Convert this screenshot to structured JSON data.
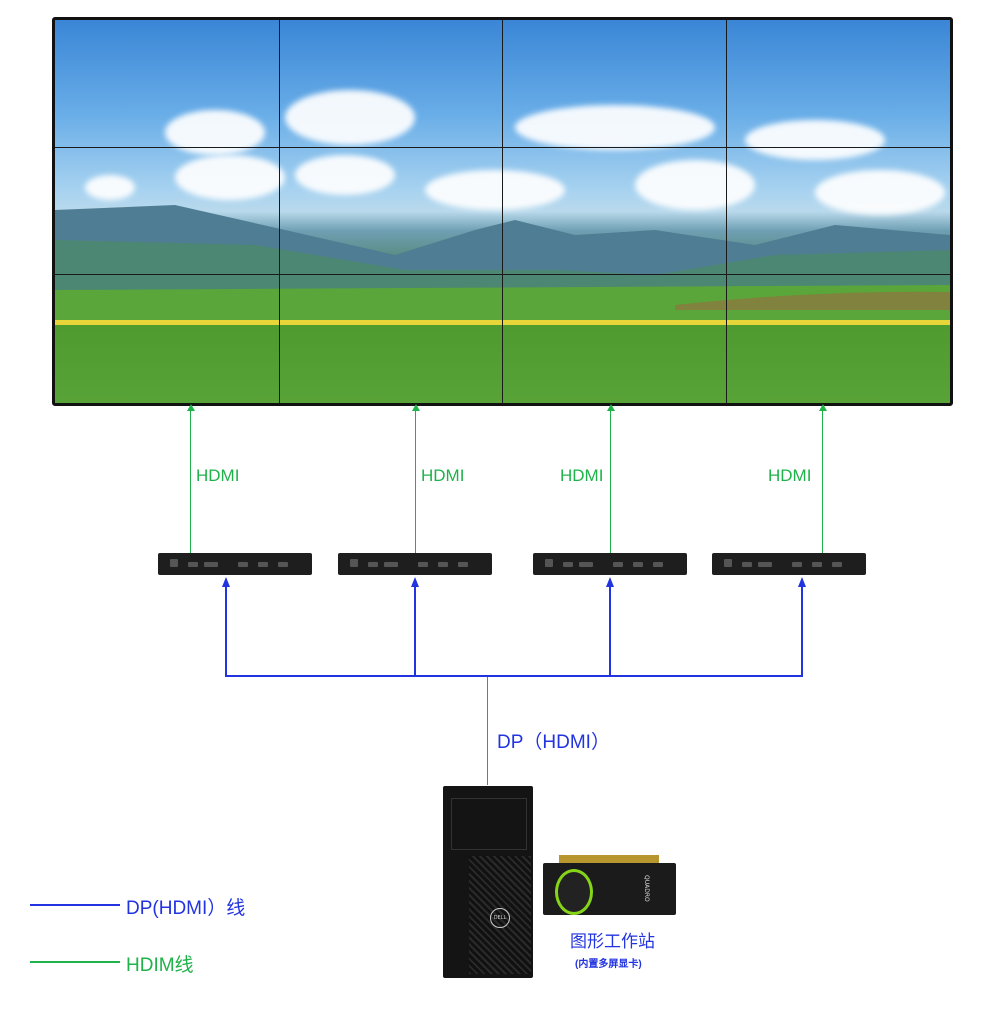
{
  "video_wall": {
    "rows": 3,
    "cols": 4
  },
  "hdmi_links": [
    {
      "label": "HDMI"
    },
    {
      "label": "HDMI"
    },
    {
      "label": "HDMI"
    },
    {
      "label": "HDMI"
    }
  ],
  "controllers": 4,
  "trunk_label": "DP（HDMI）",
  "workstation": {
    "title": "图形工作站",
    "subtitle": "(内置多屏显卡)",
    "gpu_brand": "QUADRO",
    "pc_brand": "DELL"
  },
  "legend": [
    {
      "label": "DP(HDMI）线",
      "color": "#2233e0"
    },
    {
      "label": "HDIM线",
      "color": "#1fb24a"
    }
  ],
  "colors": {
    "hdmi": "#1fb24a",
    "dp": "#2233e0"
  }
}
